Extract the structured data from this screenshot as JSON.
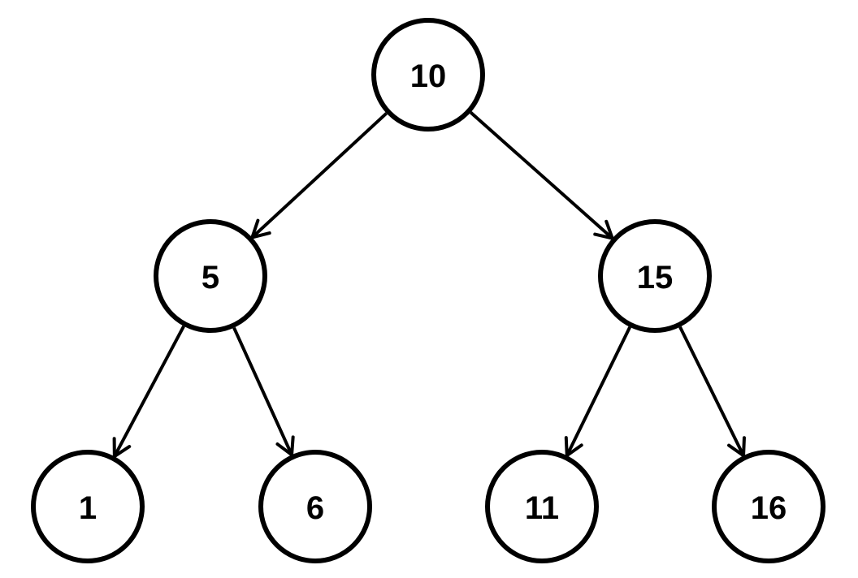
{
  "tree": {
    "nodes": [
      {
        "id": "n10",
        "label": "10"
      },
      {
        "id": "n5",
        "label": "5"
      },
      {
        "id": "n15",
        "label": "15"
      },
      {
        "id": "n1",
        "label": "1"
      },
      {
        "id": "n6",
        "label": "6"
      },
      {
        "id": "n11",
        "label": "11"
      },
      {
        "id": "n16",
        "label": "16"
      }
    ],
    "edges": [
      {
        "from": "n10",
        "to": "n5"
      },
      {
        "from": "n10",
        "to": "n15"
      },
      {
        "from": "n5",
        "to": "n1"
      },
      {
        "from": "n5",
        "to": "n6"
      },
      {
        "from": "n15",
        "to": "n11"
      },
      {
        "from": "n15",
        "to": "n16"
      }
    ]
  },
  "colors": {
    "stroke": "#000000",
    "fill": "#ffffff",
    "background": "#ffffff"
  }
}
